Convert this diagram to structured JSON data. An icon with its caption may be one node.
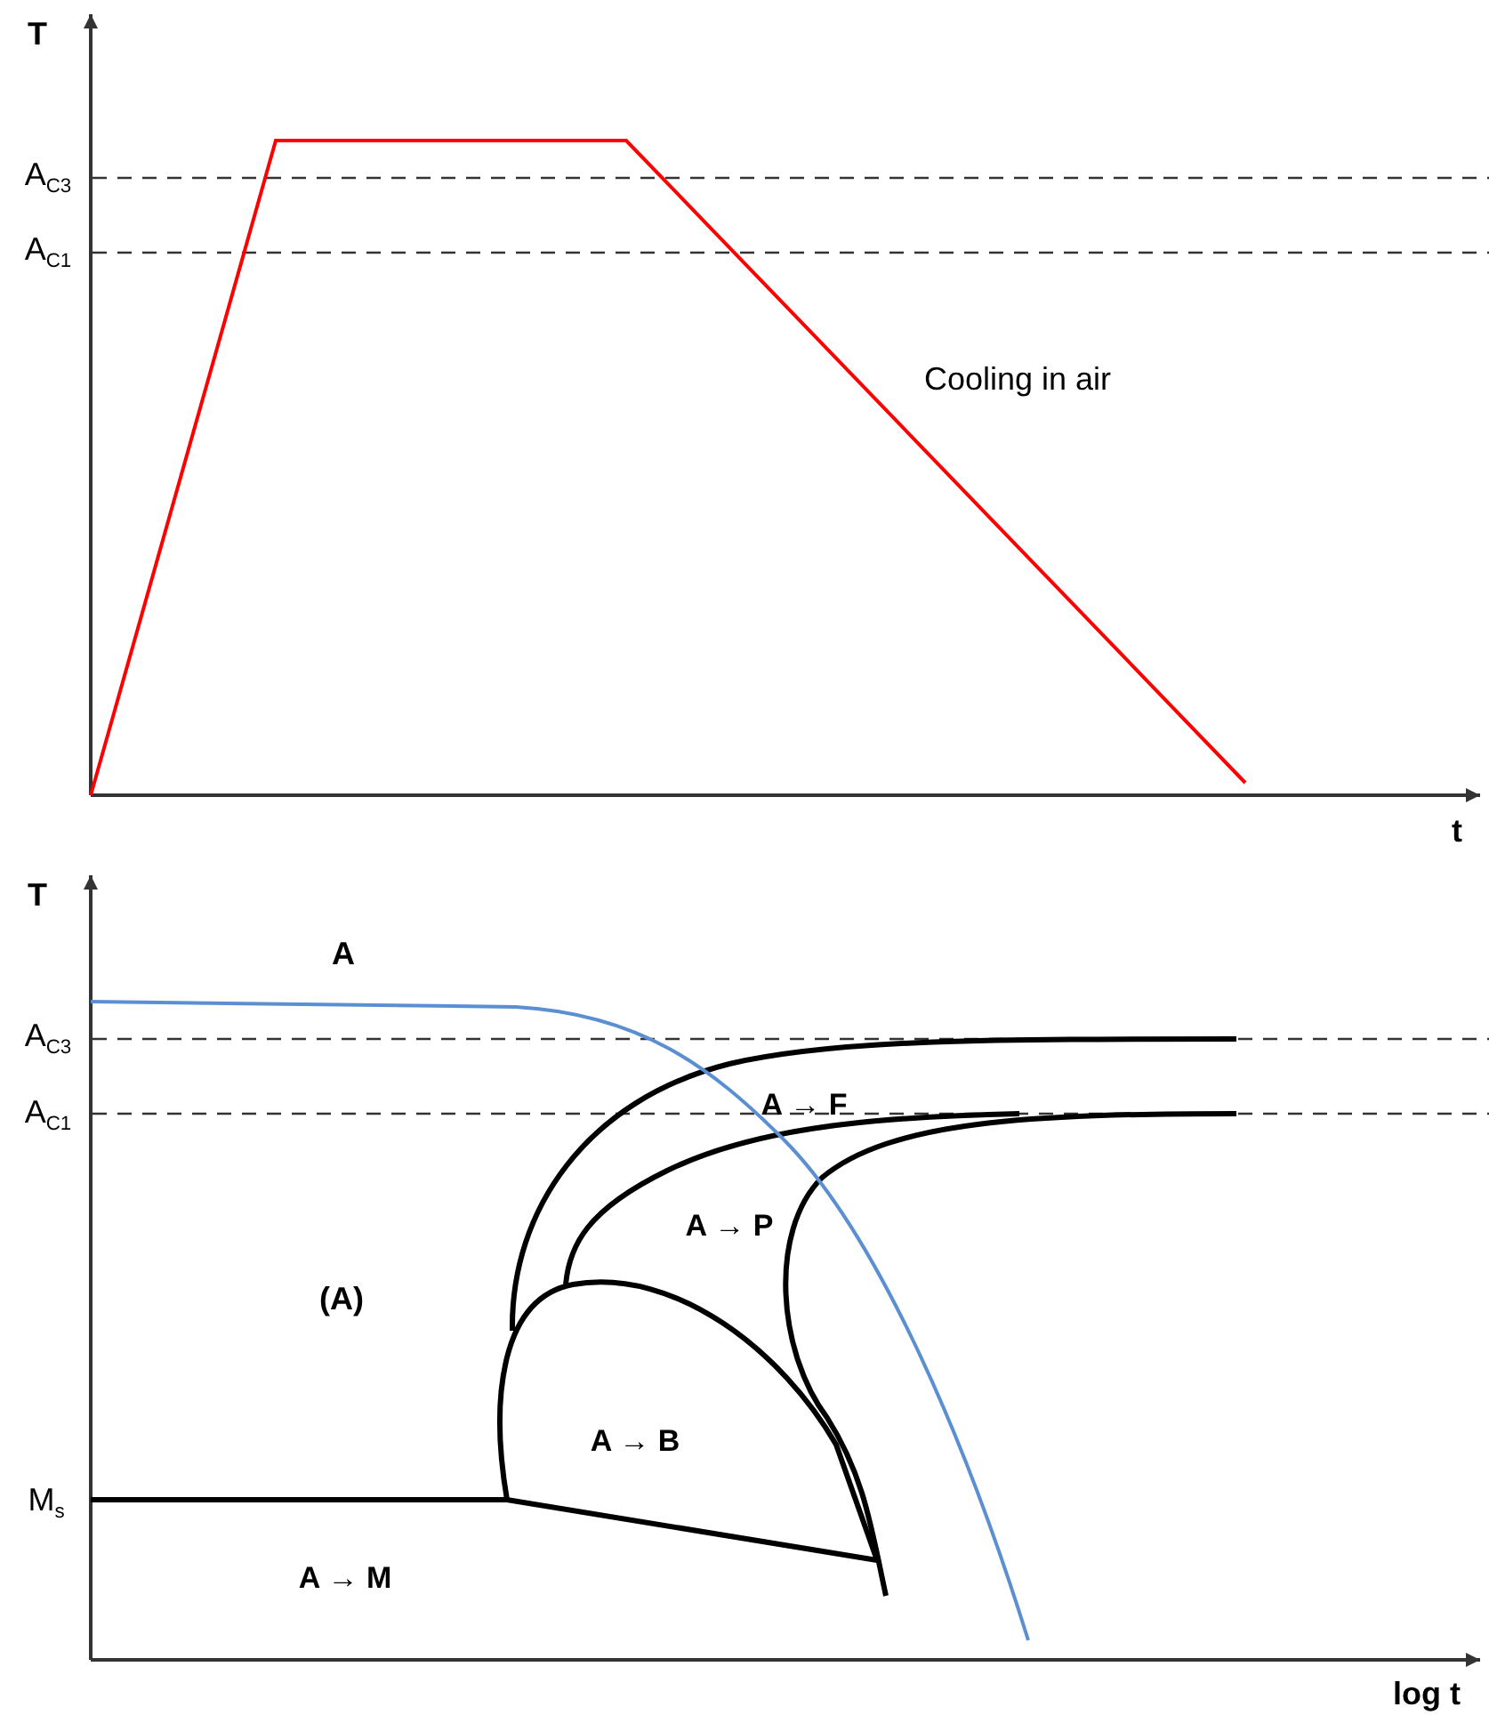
{
  "diagram": {
    "labels": [
      "T",
      "A$_{C3}$",
      "A$_{C1}$",
      "Cooling in air",
      "t",
      "T",
      "A",
      "A$_{C3}$",
      "A$_{C1}$",
      "A → F",
      "A → P",
      "(A)",
      "A → B",
      "M$_{s}$",
      "A → M",
      "log t"
    ]
  }
}
